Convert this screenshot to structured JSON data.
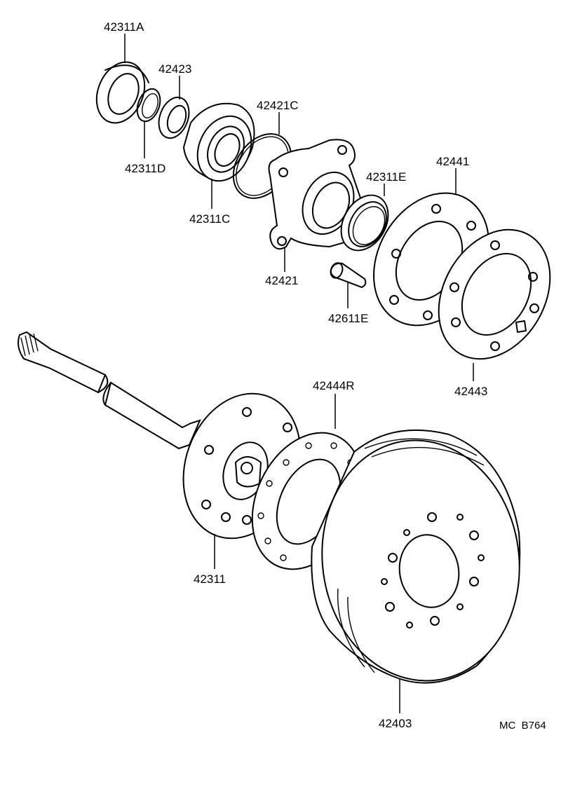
{
  "parts": [
    {
      "id": "p1",
      "number": "42311A"
    },
    {
      "id": "p2",
      "number": "42423"
    },
    {
      "id": "p3",
      "number": "42421C"
    },
    {
      "id": "p4",
      "number": "42311D"
    },
    {
      "id": "p5",
      "number": "42311C"
    },
    {
      "id": "p6",
      "number": "42311E"
    },
    {
      "id": "p7",
      "number": "42441"
    },
    {
      "id": "p8",
      "number": "42421"
    },
    {
      "id": "p9",
      "number": "42611E"
    },
    {
      "id": "p10",
      "number": "42443"
    },
    {
      "id": "p11",
      "number": "42444R"
    },
    {
      "id": "p12",
      "number": "42311"
    },
    {
      "id": "p13",
      "number": "42403"
    }
  ],
  "diagram_code": "MC  B764"
}
